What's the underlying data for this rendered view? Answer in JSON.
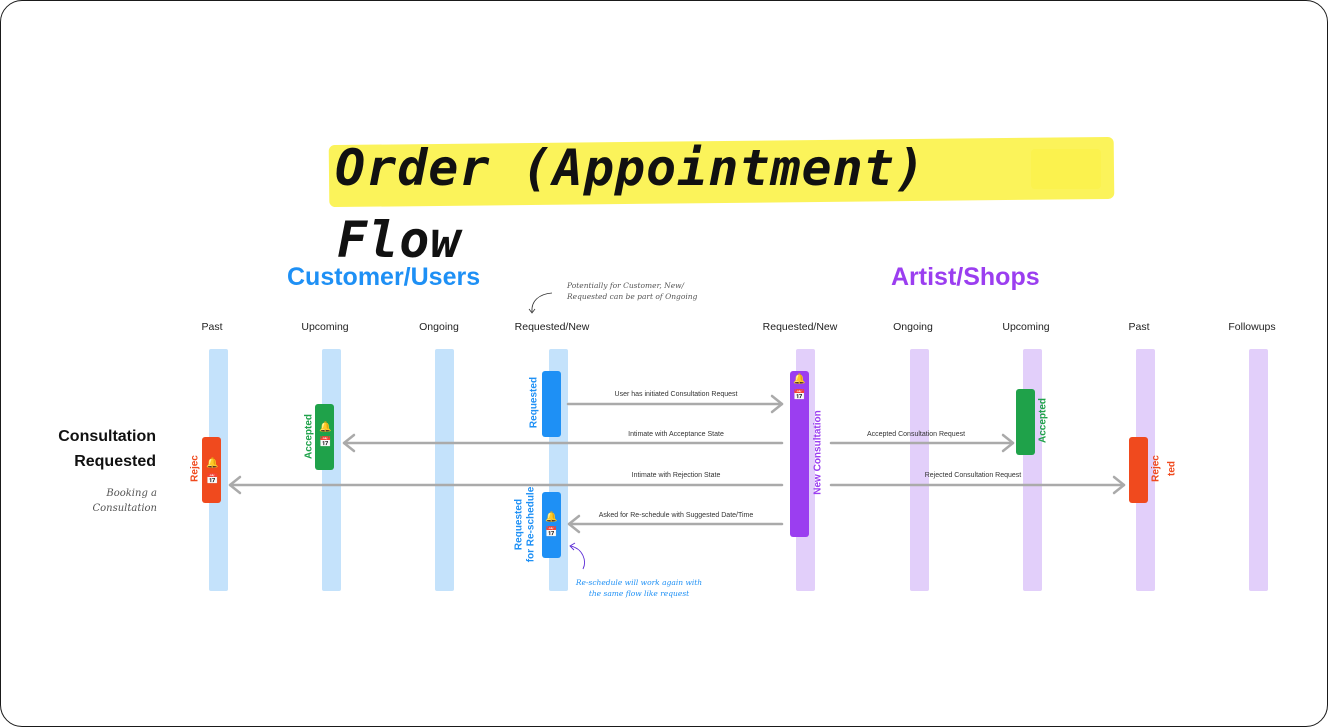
{
  "title": {
    "line1": "Order (Appointment)",
    "line2": "Flow"
  },
  "sections": {
    "customer": "Customer/Users",
    "artist": "Artist/Shops"
  },
  "columns": {
    "customer": [
      "Past",
      "Upcoming",
      "Ongoing",
      "Requested/New"
    ],
    "artist": [
      "Requested/New",
      "Ongoing",
      "Upcoming",
      "Past",
      "Followups"
    ]
  },
  "left_label": {
    "line1": "Consultation",
    "line2": "Requested",
    "note1": "Booking a",
    "note2": "Consultation"
  },
  "blocks": {
    "customer_requested": "Requested",
    "customer_accepted": "Accepted",
    "customer_rejected": "Rejec",
    "customer_reschedule_1": "Requested",
    "customer_reschedule_2": "for Re-schedule",
    "artist_new": "New Consultation",
    "artist_accepted": "Accepted",
    "artist_rejected_1": "Rejec",
    "artist_rejected_2": "ted"
  },
  "arrows": {
    "initiated": "User has initiated Consultation Request",
    "intimate_accept": "Intimate with Acceptance State",
    "accepted_req": "Accepted Consultation Request",
    "intimate_reject": "Intimate with Rejection State",
    "rejected_req": "Rejected Consultation Request",
    "reschedule": "Asked for Re-schedule with Suggested Date/Time"
  },
  "notes": {
    "ongoing_1": "Potentially for Customer, New/",
    "ongoing_2": "Requested can be part of Ongoing",
    "reschedule_1": "Re-schedule will work again with",
    "reschedule_2": "the same flow like request"
  },
  "icons": {
    "bell": "bell-icon",
    "calendar": "calendar-icon"
  },
  "colors": {
    "customer": "#1e90f5",
    "artist": "#9b3ef0",
    "accepted": "#1fa24a",
    "rejected": "#f04a1e",
    "highlight": "#fbf24c"
  }
}
